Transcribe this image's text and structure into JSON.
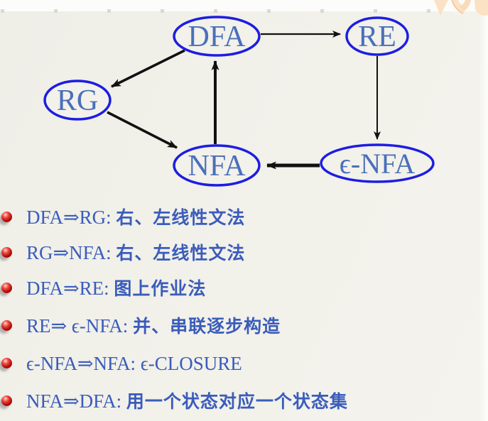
{
  "slide": {
    "background_color": "#f1f0ea",
    "top_band_color": "#fcfcfa",
    "top_dot_color": "#d9d9d9",
    "list_text_color": "#3a5cbb",
    "node_stroke_color": "#1d1de2",
    "node_text_color": "#4a6fbb",
    "arrow_color": "#111111",
    "bullet_sphere_color": "#b90c0c",
    "logo_peach_color": "#fbe2c4"
  },
  "diagram": {
    "nodes": [
      {
        "id": "dfa",
        "label": "DFA"
      },
      {
        "id": "re",
        "label": "RE"
      },
      {
        "id": "rg",
        "label": "RG"
      },
      {
        "id": "nfa",
        "label": "NFA"
      },
      {
        "id": "enfa",
        "label": "ϵ-NFA"
      }
    ],
    "edges": [
      {
        "from": "DFA",
        "to": "RE"
      },
      {
        "from": "RE",
        "to": "ϵ-NFA"
      },
      {
        "from": "DFA",
        "to": "RG"
      },
      {
        "from": "RG",
        "to": "NFA"
      },
      {
        "from": "NFA",
        "to": "DFA"
      },
      {
        "from": "ϵ-NFA",
        "to": "NFA"
      }
    ]
  },
  "list": {
    "items": [
      {
        "en": "DFA⇒RG: ",
        "zh": "右、左线性文法"
      },
      {
        "en": "RG⇒NFA: ",
        "zh": "右、左线性文法"
      },
      {
        "en": "DFA⇒RE: ",
        "zh": "图上作业法"
      },
      {
        "en": "RE⇒ ϵ-NFA: ",
        "zh": "并、串联逐步构造"
      },
      {
        "en": "ϵ-NFA⇒NFA: ϵ-CLOSURE",
        "zh": ""
      },
      {
        "en": "NFA⇒DFA: ",
        "zh": "用一个状态对应一个状态集"
      }
    ]
  }
}
